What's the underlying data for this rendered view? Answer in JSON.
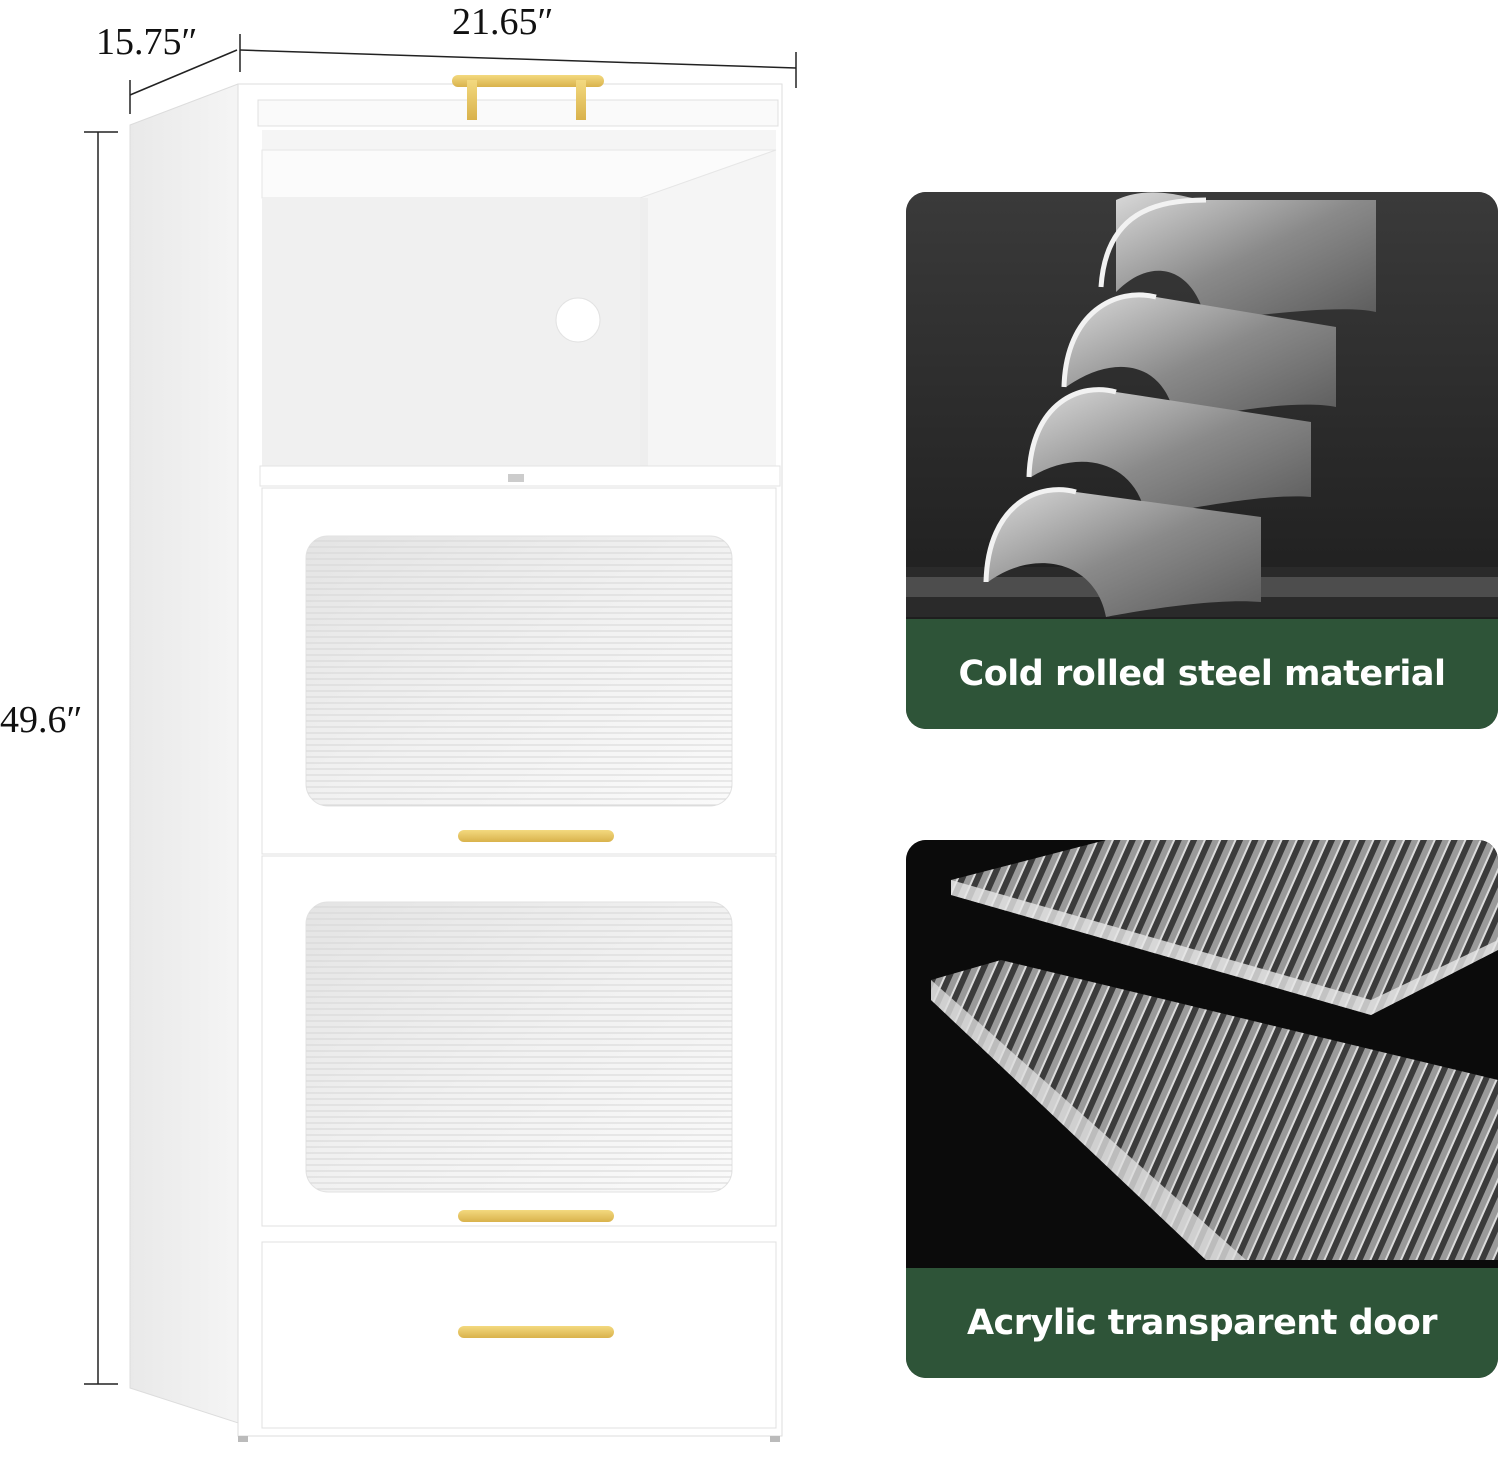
{
  "dimensions": {
    "width": "21.65″",
    "depth": "15.75″",
    "height": "49.6″"
  },
  "features": [
    {
      "caption": "Cold rolled steel material",
      "icon": "steel-sheets-icon"
    },
    {
      "caption": "Acrylic transparent door",
      "icon": "acrylic-panels-icon"
    }
  ],
  "colors": {
    "caption_bg": "#2e5438",
    "handle_gold": "#e8c766",
    "cabinet_white": "#ffffff"
  }
}
